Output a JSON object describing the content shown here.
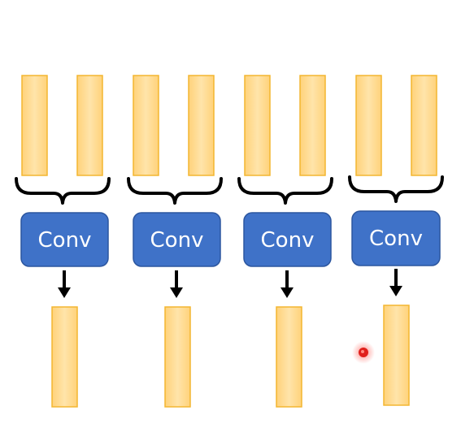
{
  "diagram": {
    "blocks": [
      {
        "label": "Conv"
      },
      {
        "label": "Conv"
      },
      {
        "label": "Conv"
      },
      {
        "label": "Conv"
      }
    ],
    "colors": {
      "feature_fill": "#FFD98A",
      "feature_fill_light": "#FFE7B3",
      "feature_stroke": "#F3B630",
      "conv_fill": "#3F72C8",
      "conv_stroke": "#2C569F",
      "conv_text": "#FFFFFF",
      "brace": "#000000",
      "arrow": "#000000",
      "cursor_dot": "#E0201C"
    },
    "icons": [
      "cursor-dot-icon"
    ]
  }
}
